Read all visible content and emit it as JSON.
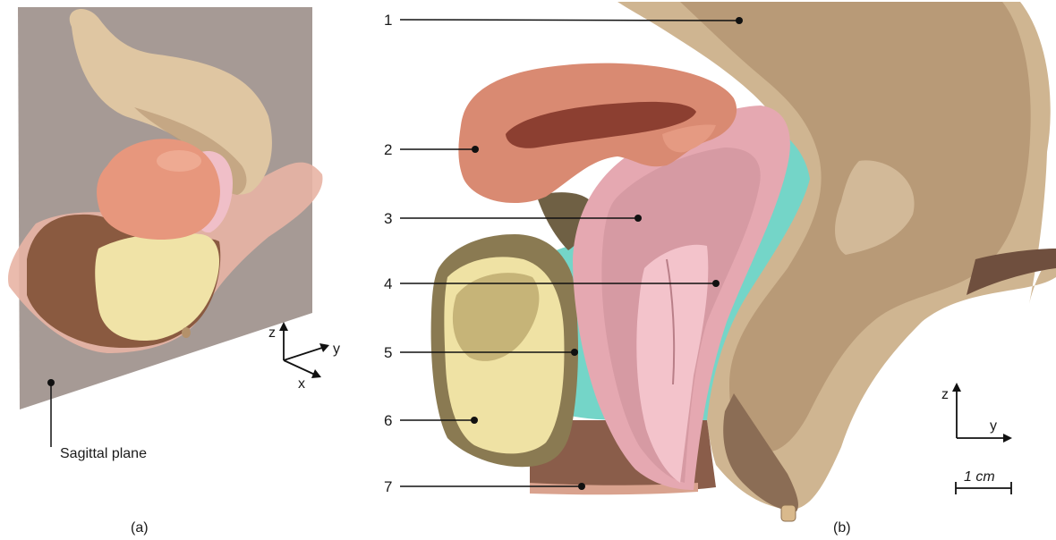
{
  "panel_a": {
    "caption": "(a)",
    "sagittal_label": "Sagittal plane",
    "axes": {
      "z": "z",
      "y": "y",
      "x": "x"
    }
  },
  "panel_b": {
    "caption": "(b)",
    "labels": [
      "1",
      "2",
      "3",
      "4",
      "5",
      "6",
      "7"
    ],
    "axes": {
      "z": "z",
      "y": "y"
    },
    "scale_bar": "1 cm"
  },
  "colors": {
    "plane": "#9e9390",
    "tan": "#d8bf9a",
    "tan_dark": "#a8916f",
    "salmon": "#d98a72",
    "pink": "#e9a9b2",
    "pink_light": "#f3c3cb",
    "cyan": "#74d5c8",
    "yellow": "#efe2a4",
    "olive": "#8e7f55",
    "brown": "#7f5a48"
  }
}
